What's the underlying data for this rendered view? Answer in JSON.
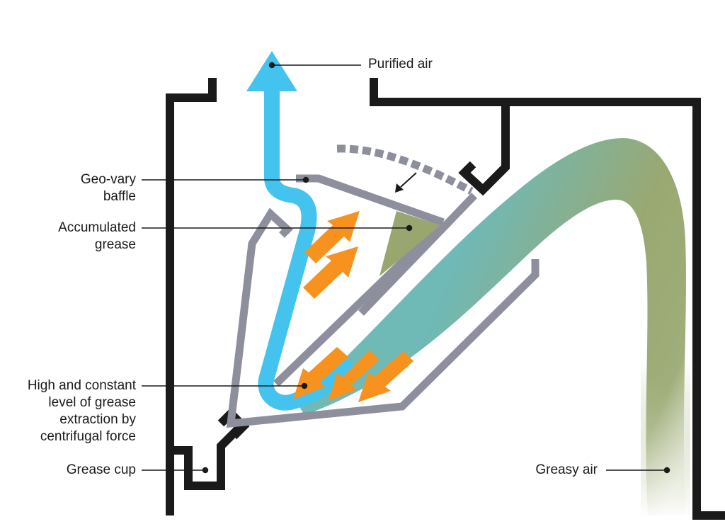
{
  "labels": {
    "purified_air": "Purified air",
    "geo_vary_baffle": [
      "Geo-vary",
      "baffle"
    ],
    "accumulated_grease": [
      "Accumulated",
      "grease"
    ],
    "extraction": [
      "High and constant",
      "level of grease",
      "extraction by",
      "centrifugal force"
    ],
    "grease_cup": "Grease cup",
    "greasy_air": "Greasy air"
  },
  "colors": {
    "housing": "#1a1a1a",
    "baffle": "#8e8f9c",
    "purified_air_flow": "#45c3ef",
    "greasy_air_flow_start": "#7fb7ad",
    "greasy_air_flow_end": "#98a873",
    "grease_accumulation": "#9aa66f",
    "force_arrows": "#f7921e",
    "leader_lines": "#1a1a1a"
  }
}
